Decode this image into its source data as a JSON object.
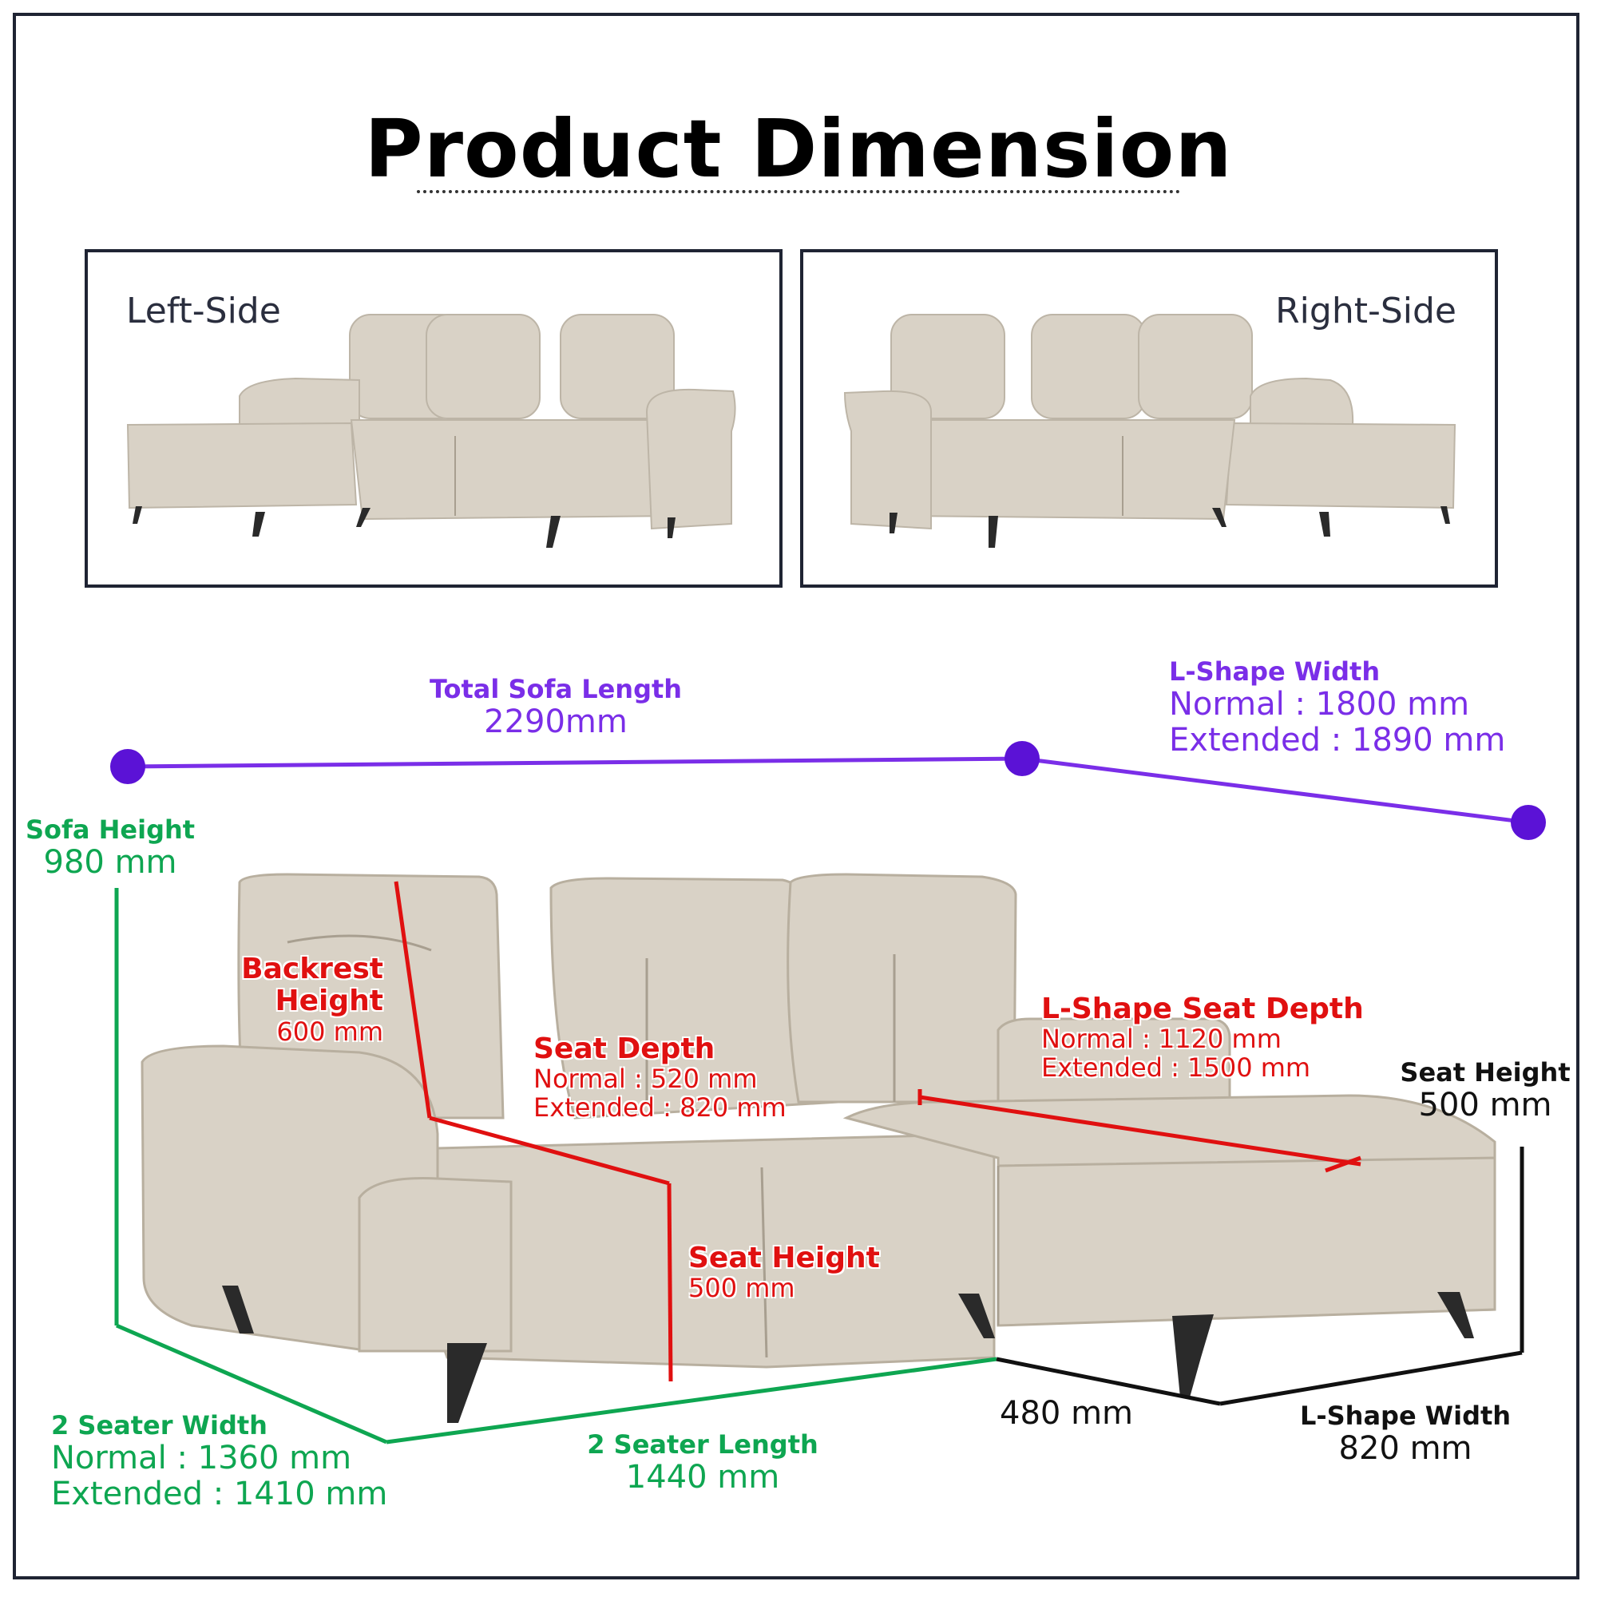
{
  "title": "Product Dimension",
  "panels": {
    "left_label": "Left-Side",
    "right_label": "Right-Side"
  },
  "colors": {
    "frame": "#1f2433",
    "purple": "#7a2ee8",
    "purple_dot": "#5b12d6",
    "green": "#0ea651",
    "red": "#e01010",
    "sofa_fabric": "#d9d2c6",
    "leg": "#2a2a2a"
  },
  "dimensions": {
    "total_length": {
      "heading": "Total Sofa Length",
      "value": "2290mm"
    },
    "lshape_width_top": {
      "heading": "L-Shape Width",
      "normal": "Normal : 1800 mm",
      "extended": "Extended : 1890 mm"
    },
    "sofa_height": {
      "heading": "Sofa Height",
      "value": "980 mm"
    },
    "backrest_height": {
      "heading_1": "Backrest",
      "heading_2": "Height",
      "value": "600 mm"
    },
    "seat_depth": {
      "heading": "Seat Depth",
      "normal": "Normal : 520 mm",
      "extended": "Extended : 820 mm"
    },
    "lshape_seat_depth": {
      "heading": "L-Shape Seat Depth",
      "normal": "Normal : 1120 mm",
      "extended": "Extended : 1500 mm"
    },
    "seat_height_red": {
      "heading": "Seat Height",
      "value": "500 mm"
    },
    "seat_height_right": {
      "heading": "Seat Height",
      "value": "500 mm"
    },
    "two_seater_width": {
      "heading": "2 Seater Width",
      "normal": "Normal : 1360 mm",
      "extended": "Extended : 1410 mm"
    },
    "two_seater_length": {
      "heading": "2 Seater Length",
      "value": "1440 mm"
    },
    "bottom_480": {
      "value": "480 mm"
    },
    "lshape_width_bottom": {
      "heading": "L-Shape Width",
      "value": "820 mm"
    }
  }
}
